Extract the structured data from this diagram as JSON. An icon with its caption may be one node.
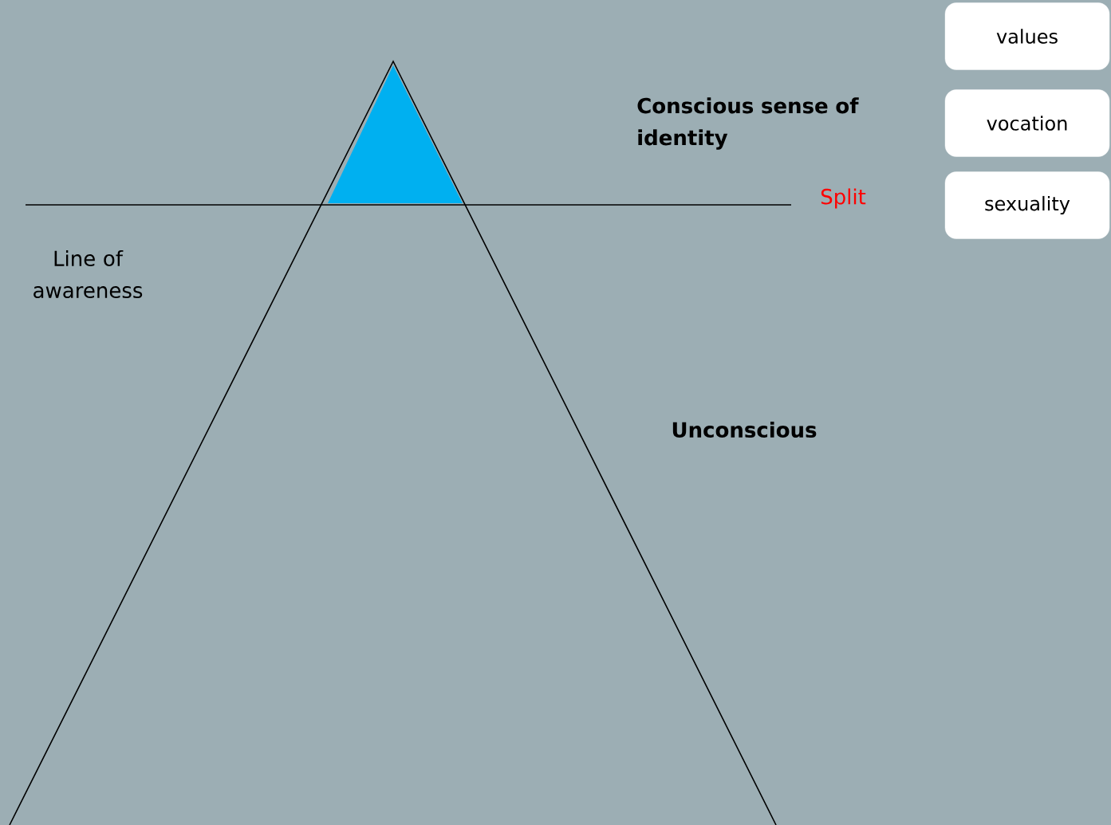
{
  "diagram": {
    "nodes": [
      {
        "text": [
          "values"
        ]
      },
      {
        "text": [
          "vocation"
        ]
      },
      {
        "text": [
          "sexuality"
        ]
      }
    ],
    "labels": [
      "Conscious sense of identity",
      "Split",
      "Line of awareness",
      "Unconscious"
    ]
  }
}
